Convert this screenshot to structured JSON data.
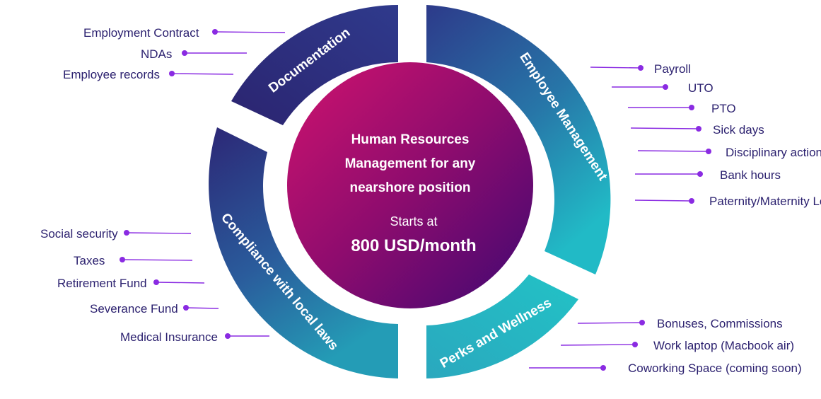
{
  "center": {
    "title_lines": [
      "Human Resources",
      "Management for any",
      "nearshore position"
    ],
    "starts_label": "Starts at",
    "price": "800 USD/month"
  },
  "segments": {
    "documentation": "Documentation",
    "employee_management": "Employee Management",
    "perks": "Perks and Wellness",
    "compliance": "Compliance with local laws"
  },
  "documentation_items": [
    "Employment Contract",
    "NDAs",
    "Employee records"
  ],
  "employee_management_items": [
    "Payroll",
    "UTO",
    "PTO",
    "Sick days",
    "Disciplinary actions",
    "Bank hours",
    "Paternity/Maternity Le"
  ],
  "compliance_items": [
    "Social security",
    "Taxes",
    "Retirement Fund",
    "Severance Fund",
    "Medical Insurance"
  ],
  "perks_items": [
    "Bonuses, Commissions",
    "Work laptop (Macbook air)",
    "Coworking Space (coming soon)"
  ],
  "colors": {
    "dark_navy": "#2e2a78",
    "teal": "#22b8c6",
    "magenta": "#c3126c",
    "purple": "#4a0a78",
    "accent_line": "#8a2be2",
    "text": "#2a1f6e"
  }
}
